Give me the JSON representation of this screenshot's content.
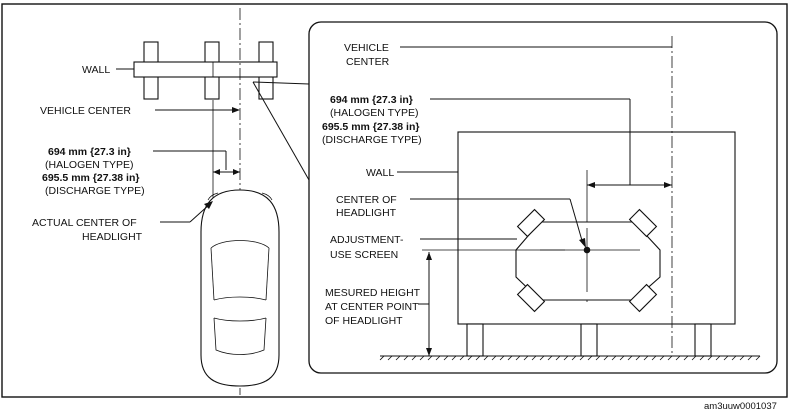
{
  "labels": {
    "wall": "WALL",
    "vehicle_center": "VEHICLE CENTER",
    "distance_halogen": "694 mm {27.3 in}",
    "halogen_type": "(HALOGEN TYPE)",
    "distance_discharge": "695.5 mm {27.38 in}",
    "discharge_type": "(DISCHARGE TYPE)",
    "actual_center_line1": "ACTUAL CENTER OF",
    "actual_center_line2": "HEADLIGHT"
  },
  "detail_labels": {
    "vehicle_center_line1": "VEHICLE",
    "vehicle_center_line2": "CENTER",
    "distance_halogen": "694 mm {27.3 in}",
    "halogen_type": "(HALOGEN TYPE)",
    "distance_discharge": "695.5 mm {27.38 in}",
    "discharge_type": "(DISCHARGE TYPE)",
    "wall": "WALL",
    "center_headlight_line1": "CENTER OF",
    "center_headlight_line2": "HEADLIGHT",
    "screen_line1": "ADJUSTMENT-",
    "screen_line2": "USE SCREEN",
    "height_line1": "MESURED HEIGHT",
    "height_line2": "AT CENTER POINT",
    "height_line3": "OF HEADLIGHT"
  },
  "figure_id": "am3uuw0001037"
}
